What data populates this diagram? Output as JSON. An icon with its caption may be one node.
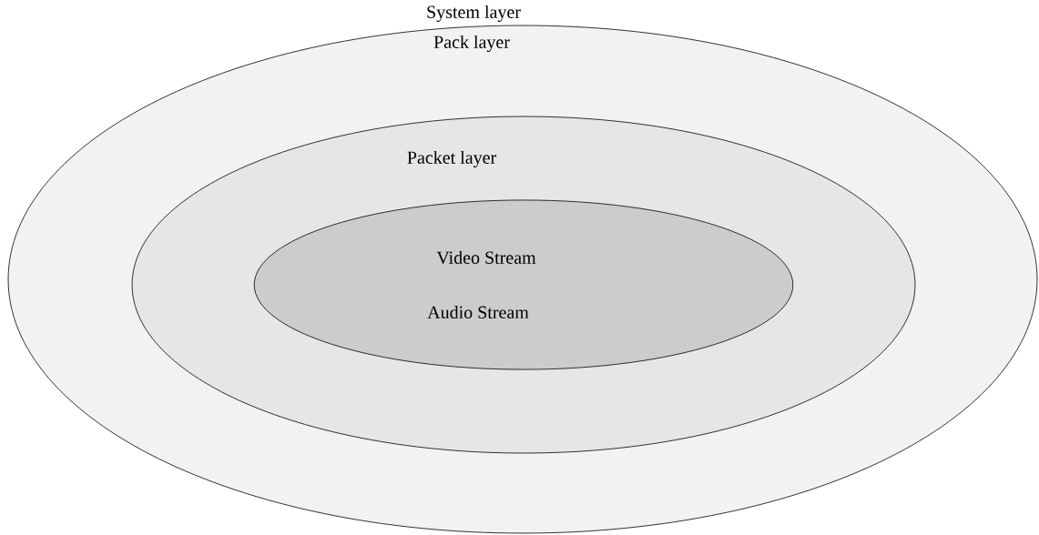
{
  "diagram": {
    "title": "System layer",
    "nodes": [
      {
        "text": [
          "Pack layer"
        ]
      },
      {
        "text": [
          "Packet layer"
        ],
        "in": 0
      },
      {
        "text": [
          "Video Stream",
          "Audio Stream"
        ],
        "in": 1
      }
    ]
  }
}
